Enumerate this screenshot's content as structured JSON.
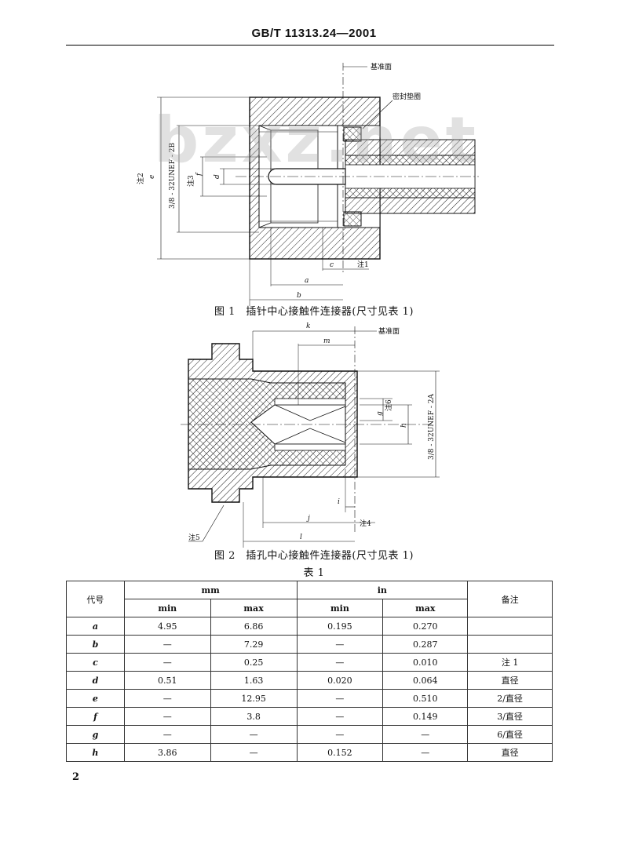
{
  "header": {
    "title": "GB/T 11313.24—2001"
  },
  "watermark": "bzxz.net",
  "figure1": {
    "caption": "图 1　插针中心接触件连接器(尺寸见表 1)",
    "labels": {
      "reference_plane": "基准面",
      "seal": "密封垫圈",
      "note2_e": "注2",
      "e": "e",
      "thread": "3/8 - 32UNEF - 2B",
      "note3_f": "注3",
      "f": "f",
      "d": "d",
      "c": "c",
      "note1": "注1",
      "a": "a",
      "b": "b"
    }
  },
  "figure2": {
    "caption": "图 2　插孔中心接触件连接器(尺寸见表 1)",
    "labels": {
      "k": "k",
      "m": "m",
      "reference_plane": "基准面",
      "g": "g",
      "note6": "注6",
      "h": "h",
      "thread": "3/8 - 32UNEF - 2A",
      "i": "i",
      "j": "j",
      "note4": "注4",
      "l": "l",
      "note5": "注5"
    }
  },
  "table": {
    "title": "表 1",
    "headers": {
      "code": "代号",
      "mm": "mm",
      "in": "in",
      "min": "min",
      "max": "max",
      "remarks": "备注"
    },
    "rows": [
      {
        "code": "a",
        "mm_min": "4.95",
        "mm_max": "6.86",
        "in_min": "0.195",
        "in_max": "0.270",
        "remark": ""
      },
      {
        "code": "b",
        "mm_min": "—",
        "mm_max": "7.29",
        "in_min": "—",
        "in_max": "0.287",
        "remark": ""
      },
      {
        "code": "c",
        "mm_min": "—",
        "mm_max": "0.25",
        "in_min": "—",
        "in_max": "0.010",
        "remark": "注 1"
      },
      {
        "code": "d",
        "mm_min": "0.51",
        "mm_max": "1.63",
        "in_min": "0.020",
        "in_max": "0.064",
        "remark": "直径"
      },
      {
        "code": "e",
        "mm_min": "—",
        "mm_max": "12.95",
        "in_min": "—",
        "in_max": "0.510",
        "remark": "2/直径"
      },
      {
        "code": "f",
        "mm_min": "—",
        "mm_max": "3.8",
        "in_min": "—",
        "in_max": "0.149",
        "remark": "3/直径"
      },
      {
        "code": "g",
        "mm_min": "—",
        "mm_max": "—",
        "in_min": "—",
        "in_max": "—",
        "remark": "6/直径"
      },
      {
        "code": "h",
        "mm_min": "3.86",
        "mm_max": "—",
        "in_min": "0.152",
        "in_max": "—",
        "remark": "直径"
      }
    ]
  },
  "page_number": "2"
}
